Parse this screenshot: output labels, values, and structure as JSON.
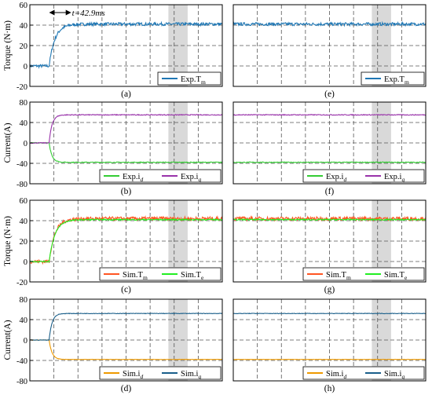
{
  "chart_data": [
    {
      "id": "a",
      "type": "line",
      "caption": "(a)",
      "ylabel": "Torque (N·m)",
      "ylim": [
        -20,
        60
      ],
      "yticks": [
        "60",
        "40",
        "20",
        "0",
        "-20"
      ],
      "annotation": "t=42.9ms",
      "series": [
        {
          "name": "Exp.T",
          "sub": "m",
          "color": "#1f77b4",
          "shape": "step",
          "start": 0,
          "end": 41,
          "tau": 0.03,
          "noise": 1.5
        }
      ]
    },
    {
      "id": "e",
      "type": "line",
      "caption": "(e)",
      "ylim": [
        -20,
        60
      ],
      "series": [
        {
          "name": "Exp.T",
          "sub": "m",
          "color": "#1f77b4",
          "shape": "flat",
          "start": 41,
          "end": 41,
          "tau": 0.03,
          "noise": 1.5
        }
      ]
    },
    {
      "id": "b",
      "type": "line",
      "caption": "(b)",
      "ylabel": "Current(A)",
      "ylim": [
        -80,
        80
      ],
      "yticks": [
        "80",
        "40",
        "0",
        "-40",
        "-80"
      ],
      "series": [
        {
          "name": "Exp.i",
          "sub": "d",
          "color": "#33cc33",
          "shape": "step",
          "start": 0,
          "end": -38,
          "tau": 0.015,
          "noise": 0.8
        },
        {
          "name": "Exp.i",
          "sub": "q",
          "color": "#9933aa",
          "shape": "step",
          "start": 0,
          "end": 55,
          "tau": 0.015,
          "noise": 0.8
        }
      ]
    },
    {
      "id": "f",
      "type": "line",
      "caption": "(f)",
      "ylim": [
        -80,
        80
      ],
      "series": [
        {
          "name": "Exp.i",
          "sub": "d",
          "color": "#33cc33",
          "shape": "flat",
          "start": -38,
          "end": -38,
          "tau": 0.015,
          "noise": 0.8
        },
        {
          "name": "Exp.i",
          "sub": "q",
          "color": "#9933aa",
          "shape": "flat",
          "start": 55,
          "end": 55,
          "tau": 0.015,
          "noise": 0.8
        }
      ]
    },
    {
      "id": "c",
      "type": "line",
      "caption": "(c)",
      "ylabel": "Torque (N·m)",
      "ylim": [
        -20,
        60
      ],
      "yticks": [
        "60",
        "40",
        "20",
        "0",
        "-20"
      ],
      "series": [
        {
          "name": "Sim.T",
          "sub": "m",
          "color": "#ff5522",
          "shape": "step",
          "start": 0,
          "end": 42,
          "tau": 0.03,
          "noise": 1.8
        },
        {
          "name": "Sim.T",
          "sub": "e",
          "color": "#22ee22",
          "shape": "step",
          "start": 0,
          "end": 41,
          "tau": 0.03,
          "noise": 0.6
        }
      ]
    },
    {
      "id": "g",
      "type": "line",
      "caption": "(g)",
      "ylim": [
        -20,
        60
      ],
      "series": [
        {
          "name": "Sim.T",
          "sub": "m",
          "color": "#ff5522",
          "shape": "flat",
          "start": 42,
          "end": 42,
          "tau": 0.03,
          "noise": 1.8
        },
        {
          "name": "Sim.T",
          "sub": "e",
          "color": "#22ee22",
          "shape": "flat",
          "start": 41,
          "end": 41,
          "tau": 0.03,
          "noise": 0.6
        }
      ]
    },
    {
      "id": "d",
      "type": "line",
      "caption": "(d)",
      "ylabel": "Current(A)",
      "ylim": [
        -80,
        80
      ],
      "yticks": [
        "80",
        "40",
        "0",
        "-40",
        "-80"
      ],
      "series": [
        {
          "name": "Sim.i",
          "sub": "d",
          "color": "#ee9900",
          "shape": "step",
          "start": 0,
          "end": -38,
          "tau": 0.015,
          "noise": 0.3
        },
        {
          "name": "Sim.i",
          "sub": "q",
          "color": "#1a5f8a",
          "shape": "step",
          "start": 0,
          "end": 52,
          "tau": 0.015,
          "noise": 0.5
        }
      ]
    },
    {
      "id": "h",
      "type": "line",
      "caption": "(h)",
      "ylim": [
        -80,
        80
      ],
      "series": [
        {
          "name": "Sim.i",
          "sub": "d",
          "color": "#ee9900",
          "shape": "flat",
          "start": -38,
          "end": -38,
          "tau": 0.015,
          "noise": 0.3
        },
        {
          "name": "Sim.i",
          "sub": "q",
          "color": "#1a5f8a",
          "shape": "flat",
          "start": 52,
          "end": 52,
          "tau": 0.015,
          "noise": 0.5
        }
      ]
    }
  ]
}
